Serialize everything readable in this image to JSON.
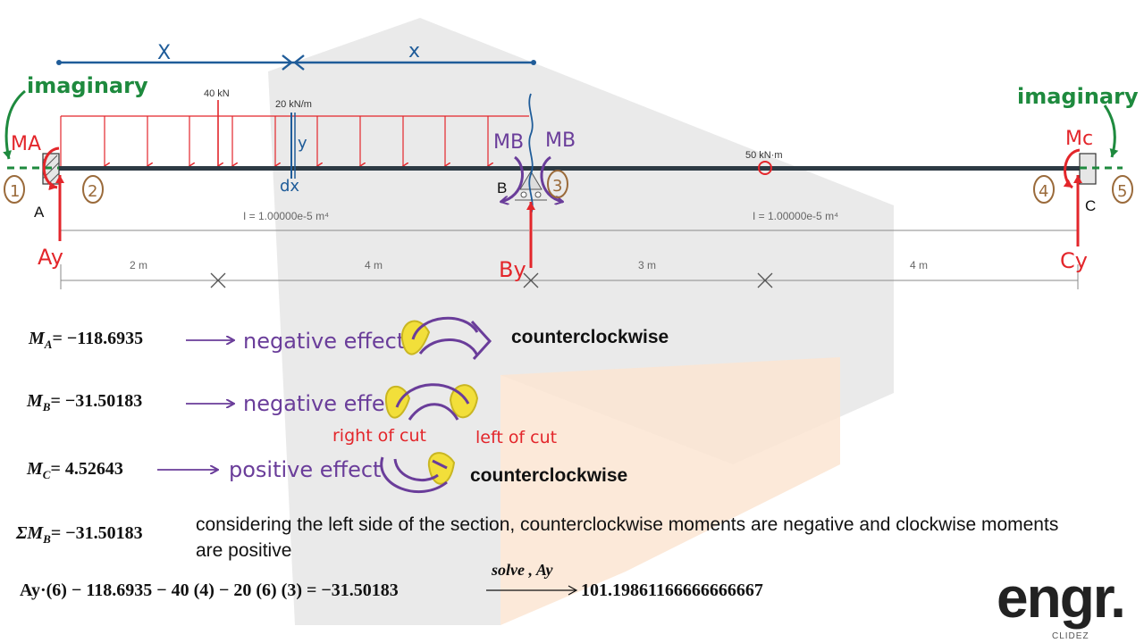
{
  "beam": {
    "label_a": "A",
    "label_b": "B",
    "label_c": "C",
    "point_load": "40 kN",
    "distributed_load": "20 kN/m",
    "applied_moment": "50 kN·m",
    "inertia_left": "I = 1.00000e-5 m⁴",
    "inertia_right": "I = 1.00000e-5 m⁴",
    "dims": [
      "2 m",
      "4 m",
      "3 m",
      "4 m"
    ]
  },
  "handwritten": {
    "x_left": "X",
    "x_right": "x",
    "imaginary_left": "imaginary",
    "imaginary_right": "imaginary",
    "ma": "MA",
    "mb_left": "MB",
    "mb_right": "MB",
    "mc": "Mc",
    "ay": "Ay",
    "by": "By",
    "cy": "Cy",
    "dx": "dx",
    "y": "y",
    "node_1": "1",
    "node_2": "2",
    "node_3": "3",
    "node_4": "4",
    "node_5": "5",
    "negative_effect_1": "negative effect",
    "negative_effect_2": "negative effect",
    "positive_effect": "positive effect",
    "right_of_cut": "right of cut",
    "left_of_cut": "left of cut"
  },
  "equations": {
    "ma_sym": "M",
    "ma_sub": "A",
    "ma_val": "= −118.6935",
    "mb_sym": "M",
    "mb_sub": "B",
    "mb_val": "= −31.50183",
    "mc_sym": "M",
    "mc_sub": "C",
    "mc_val": "= 4.52643",
    "sum_sym": "ΣM",
    "sum_sub": "B",
    "sum_val": "= −31.50183",
    "final_lhs": "Ay·(6) − 118.6935 − 40 (4) − 20 (6) (3) = −31.50183",
    "solve_label": "solve , Ay",
    "final_result": "101.19861166666666667"
  },
  "notes": {
    "ccw_1": "counterclockwise",
    "ccw_2": "counterclockwise",
    "explanation": "considering the left side of the section, counterclockwise moments are negative and clockwise moments are positive"
  },
  "logo": {
    "main": "engr.",
    "sub": "CLIDEZ"
  },
  "colors": {
    "red": "#e3262b",
    "blue": "#1f5c99",
    "green": "#1e8a3e",
    "purple": "#6a3d9a",
    "yellow": "#f2df3a",
    "brown": "#9a6a3a",
    "watermark_gray": "#e6e6e6",
    "watermark_orange": "#fbe3cf"
  }
}
